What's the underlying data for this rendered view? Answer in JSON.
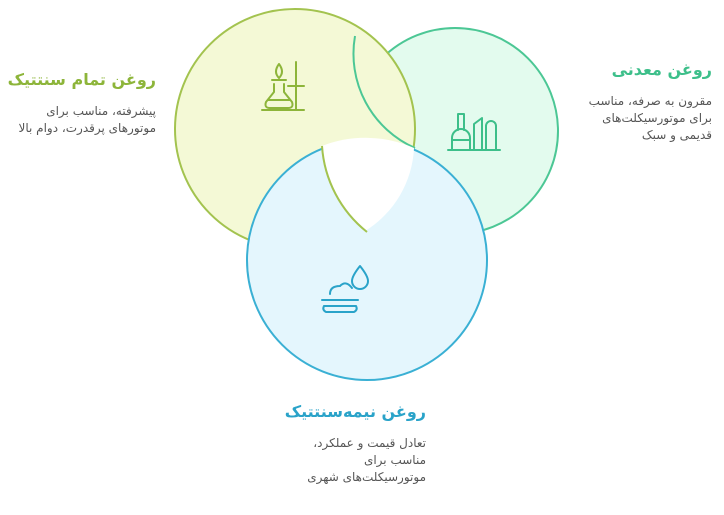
{
  "diagram": {
    "full_synthetic": {
      "title": "روغن تمام سنتتیک",
      "lines": [
        "پیشرفته، مناسب برای",
        "موتورهای پرقدرت، دوام بالا"
      ],
      "color": "#8db53a",
      "fill": "#f4f9d6",
      "stroke": "#a3c34f",
      "icon": "flask-burner-icon"
    },
    "mineral": {
      "title": "روغن معدنی",
      "lines": [
        "مقرون به صرفه، مناسب",
        "برای موتورسیکلت‌های",
        "قدیمی و سبک"
      ],
      "color": "#3dbf8a",
      "fill": "#e3fbee",
      "stroke": "#4cc795",
      "icon": "refinery-icon"
    },
    "semi_synthetic": {
      "title": "روغن نیمه‌سنتتیک",
      "lines": [
        "تعادل قیمت و عملکرد،",
        "مناسب برای",
        "موتورسیکلت‌های شهری"
      ],
      "color": "#2aa3c9",
      "fill": "#e4f6fd",
      "stroke": "#3ab0d4",
      "icon": "oil-drop-icon"
    }
  }
}
